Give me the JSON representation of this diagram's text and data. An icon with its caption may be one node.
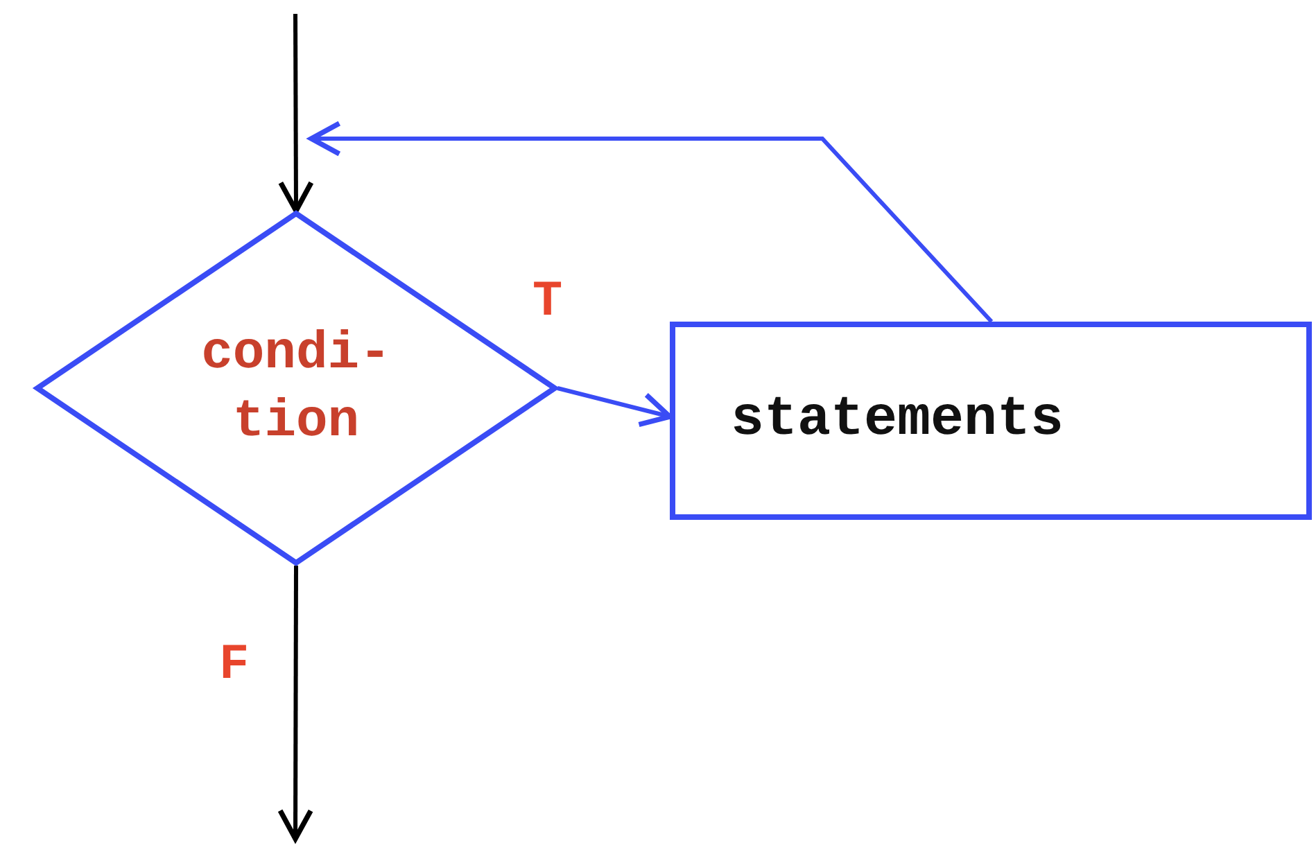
{
  "diagram": {
    "nodes": [
      {
        "text": [
          "condi- tion"
        ]
      },
      {
        "text": [
          "statements"
        ]
      }
    ],
    "edges": [
      {
        "from": null,
        "to": 0,
        "arrow": "to",
        "color": "#000000"
      },
      {
        "from": 0,
        "to": 1,
        "arrow": "to",
        "label": "T",
        "color": "#3a4cf5"
      },
      {
        "from": 1,
        "to": 0,
        "arrow": "to",
        "color": "#3a4cf5"
      },
      {
        "from": 0,
        "to": null,
        "arrow": "to",
        "label": "F",
        "color": "#000000"
      }
    ]
  }
}
